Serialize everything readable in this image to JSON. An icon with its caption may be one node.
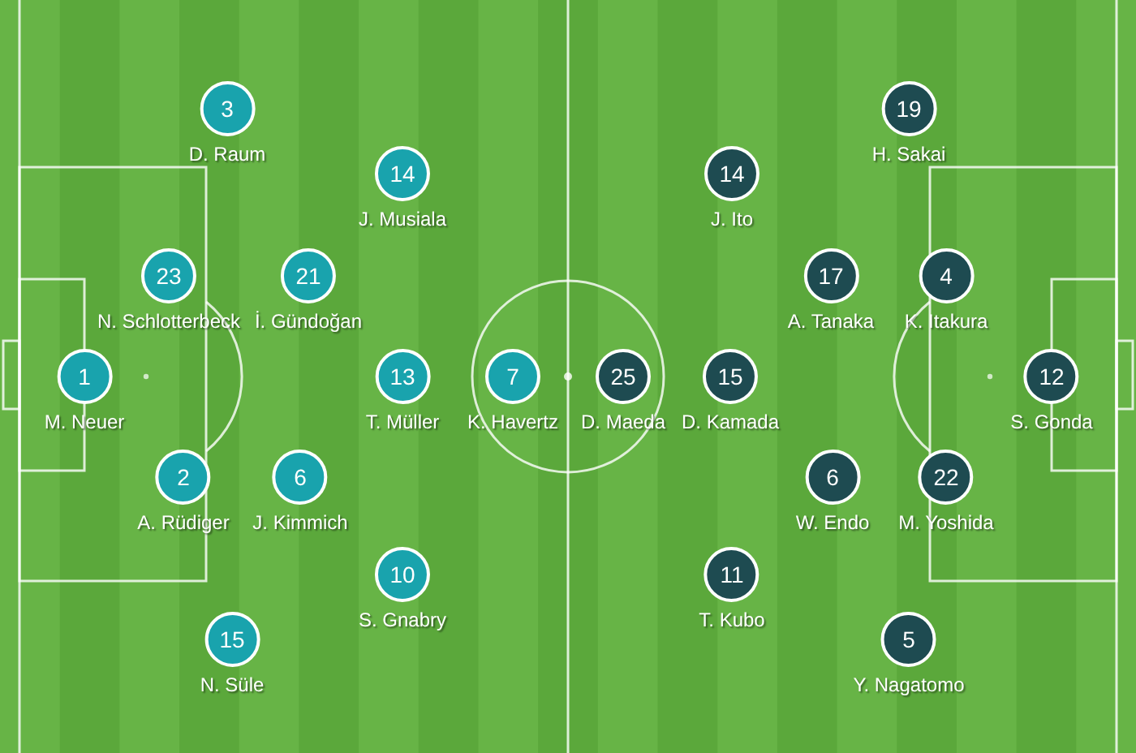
{
  "diagram": {
    "nodes": [
      {
        "text": [
          "1"
        ],
        "beside": [
          "M. Neuer"
        ]
      },
      {
        "text": [
          "3"
        ],
        "beside": [
          "D. Raum"
        ]
      },
      {
        "text": [
          "23"
        ],
        "beside": [
          "N. Schlotterbeck"
        ]
      },
      {
        "text": [
          "21"
        ],
        "beside": [
          "İ. Gündoğan"
        ]
      },
      {
        "text": [
          "2"
        ],
        "beside": [
          "A. Rüdiger"
        ]
      },
      {
        "text": [
          "6"
        ],
        "beside": [
          "J. Kimmich"
        ]
      },
      {
        "text": [
          "15"
        ],
        "beside": [
          "N. Süle"
        ]
      },
      {
        "text": [
          "14"
        ],
        "beside": [
          "J. Musiala"
        ]
      },
      {
        "text": [
          "13"
        ],
        "beside": [
          "T. Müller"
        ]
      },
      {
        "text": [
          "10"
        ],
        "beside": [
          "S. Gnabry"
        ]
      },
      {
        "text": [
          "7"
        ],
        "beside": [
          "K. Havertz"
        ]
      },
      {
        "text": [
          "25"
        ],
        "beside": [
          "D. Maeda"
        ]
      },
      {
        "text": [
          "14"
        ],
        "beside": [
          "J. Ito"
        ]
      },
      {
        "text": [
          "15"
        ],
        "beside": [
          "D. Kamada"
        ]
      },
      {
        "text": [
          "11"
        ],
        "beside": [
          "T. Kubo"
        ]
      },
      {
        "text": [
          "19"
        ],
        "beside": [
          "H. Sakai"
        ]
      },
      {
        "text": [
          "17"
        ],
        "beside": [
          "A. Tanaka"
        ]
      },
      {
        "text": [
          "4"
        ],
        "beside": [
          "K. Itakura"
        ]
      },
      {
        "text": [
          "6"
        ],
        "beside": [
          "W. Endo"
        ]
      },
      {
        "text": [
          "22"
        ],
        "beside": [
          "M. Yoshida"
        ]
      },
      {
        "text": [
          "5"
        ],
        "beside": [
          "Y. Nagatomo"
        ]
      },
      {
        "text": [
          "12"
        ],
        "beside": [
          "S. Gonda"
        ]
      }
    ]
  }
}
